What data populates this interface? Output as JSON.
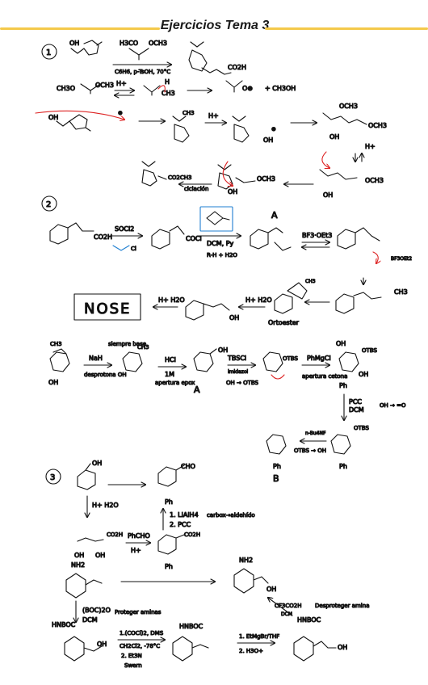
{
  "header": {
    "title": "Ejercicios Tema 3"
  },
  "sections": [
    {
      "number": "1"
    },
    {
      "number": "2"
    },
    {
      "number": "3"
    }
  ],
  "ex1": {
    "reagent_top_a": "H3CO",
    "reagent_top_b": "OCH3",
    "conditions": "C6H6, p-TsOH, 70°C",
    "product_acid": "CO2H",
    "acetal_left": "CH3O",
    "acetal_right": "OCH3",
    "h_plus": "H+",
    "h_label": "H",
    "ch3_label": "CH3",
    "methanol": "+ CH3OH",
    "oxonium": "O⊕",
    "och3_a": "OCH3",
    "och3_b": "OCH3",
    "oh_a": "OH",
    "oh_b": "OH",
    "co2ch3": "CO2CH3",
    "ciclacion": "ciclación"
  },
  "ex2": {
    "acid_label": "CO2H",
    "socl2": "SOCl2",
    "cocl": "COCl",
    "base_hint": "Cl",
    "dcm_py": "DCM, Py",
    "side_note": "R-H + H2O",
    "letter_a": "A",
    "bf3": "BF3·OEt3",
    "bf3_b": "BF3OEt2",
    "ch3_b": "CH3",
    "ortoester": "Ortoester",
    "h_plus_h2o_a": "H+ H2O",
    "h_plus_h2o_b": "H+ H2O",
    "nose": "NOSE",
    "oh_c": "OH",
    "nah": "NaH",
    "siempre_base": "siempre base",
    "desprotona_oh": "desprotona OH",
    "hcl": "HCl",
    "hcl_conc": "1M",
    "apertura_epox": "apertura epox",
    "letter_a2": "A",
    "tbscl": "TBSCl",
    "imidazol": "imidazol",
    "oh_to_otbs": "OH → OTBS",
    "phmgcl": "PhMgCl",
    "apertura_cetona": "apertura cetona",
    "otbs_a": "OTBS",
    "pcc": "PCC",
    "dcm": "DCM",
    "oh_to_ketone": "OH → =O",
    "tbaf": "n-Bu4NF",
    "otbs_to_oh": "OTBS → OH",
    "otbs_b": "OTBS",
    "ph_a": "Ph",
    "ph_b": "Ph",
    "letter_b": "B"
  },
  "ex3": {
    "oh_label": "OH",
    "cho": "CHO",
    "h_plus_h2o": "H+ H2O",
    "lialh4": "1. LiAlH4",
    "pcc": "2. PCC",
    "carbox_aldehido": "carbox→aldehído",
    "co2h_a": "CO2H",
    "co2h_b": "CO2H",
    "phcho": "PhCHO",
    "h_plus": "H+",
    "ph": "Ph",
    "oh_a": "OH",
    "oh_b": "OH",
    "nh2_a": "NH2",
    "nh2_b": "NH2",
    "boc2o": "(BOC)2O",
    "dcm": "DCM",
    "proteger": "Proteger aminas",
    "hnboc_a": "HNBOC",
    "hnboc_b": "HNBOC",
    "hnboc_c": "HNBOC",
    "swern_1": "1.(COCl)2, DMS",
    "swern_2": "CH2Cl2, -78°C",
    "swern_3": "2. Et3N",
    "swern": "Swern",
    "grignard_1": "1. EtMgBr/THF",
    "grignard_2": "2. H3O+",
    "tfa": "CF3CO2H",
    "tfa_dcm": "DCM",
    "desproteger": "Desproteger amina",
    "oh_c": "OH",
    "oh_d": "OH"
  },
  "colors": {
    "accent_line": "#f4c94a",
    "ink": "#111111",
    "note_blue": "#1f7fd1",
    "arrow_red": "#d22222"
  }
}
